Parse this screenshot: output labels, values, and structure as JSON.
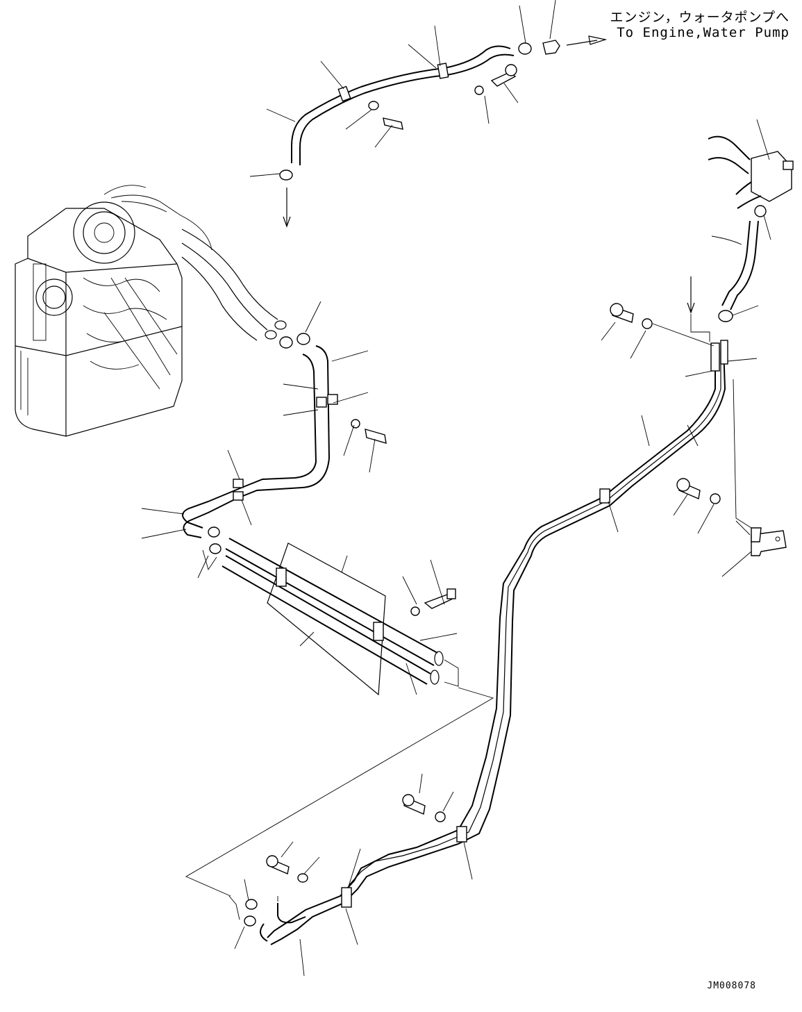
{
  "notes": {
    "destination_jp": "エンジン，ウォータポンプへ",
    "destination_en": "To Engine,Water Pump"
  },
  "drawing_number": "JM008078"
}
